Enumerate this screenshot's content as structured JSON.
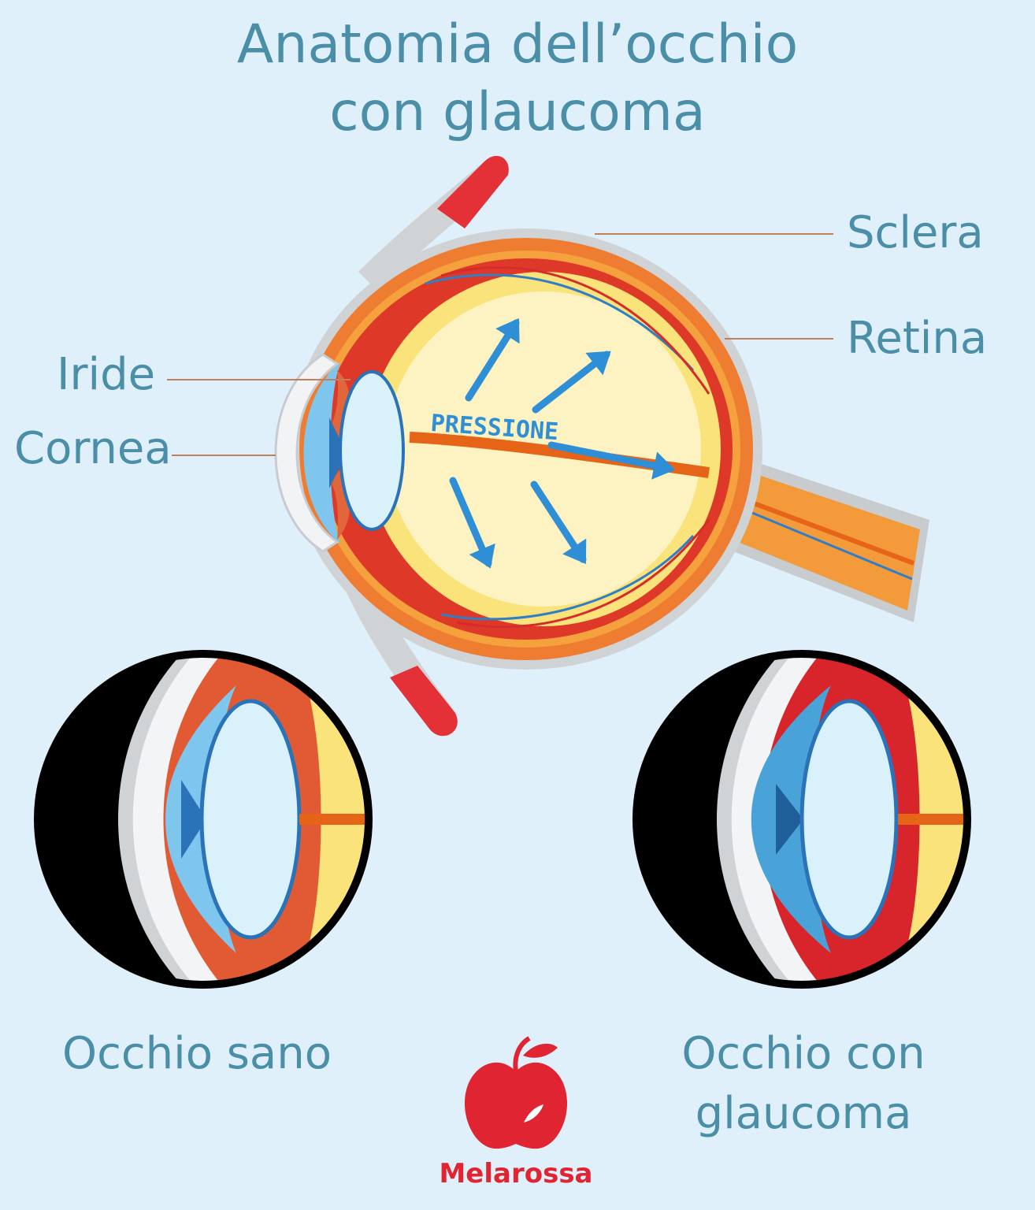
{
  "title": {
    "line1": "Anatomia dell’occhio",
    "line2": "con glaucoma"
  },
  "labels": {
    "sclera": "Sclera",
    "retina": "Retina",
    "iride": "Iride",
    "cornea": "Cornea",
    "pressione": "PRESSIONE"
  },
  "captions": {
    "healthy": "Occhio sano",
    "glaucoma_line1": "Occhio con",
    "glaucoma_line2": "glaucoma"
  },
  "brand": {
    "name": "Melarossa"
  },
  "colors": {
    "background": "#dff0fa",
    "text": "#4a8ea8",
    "arrow": "#2f8fd6",
    "brand": "#e02431"
  },
  "icons": [
    "apple-logo-icon"
  ]
}
